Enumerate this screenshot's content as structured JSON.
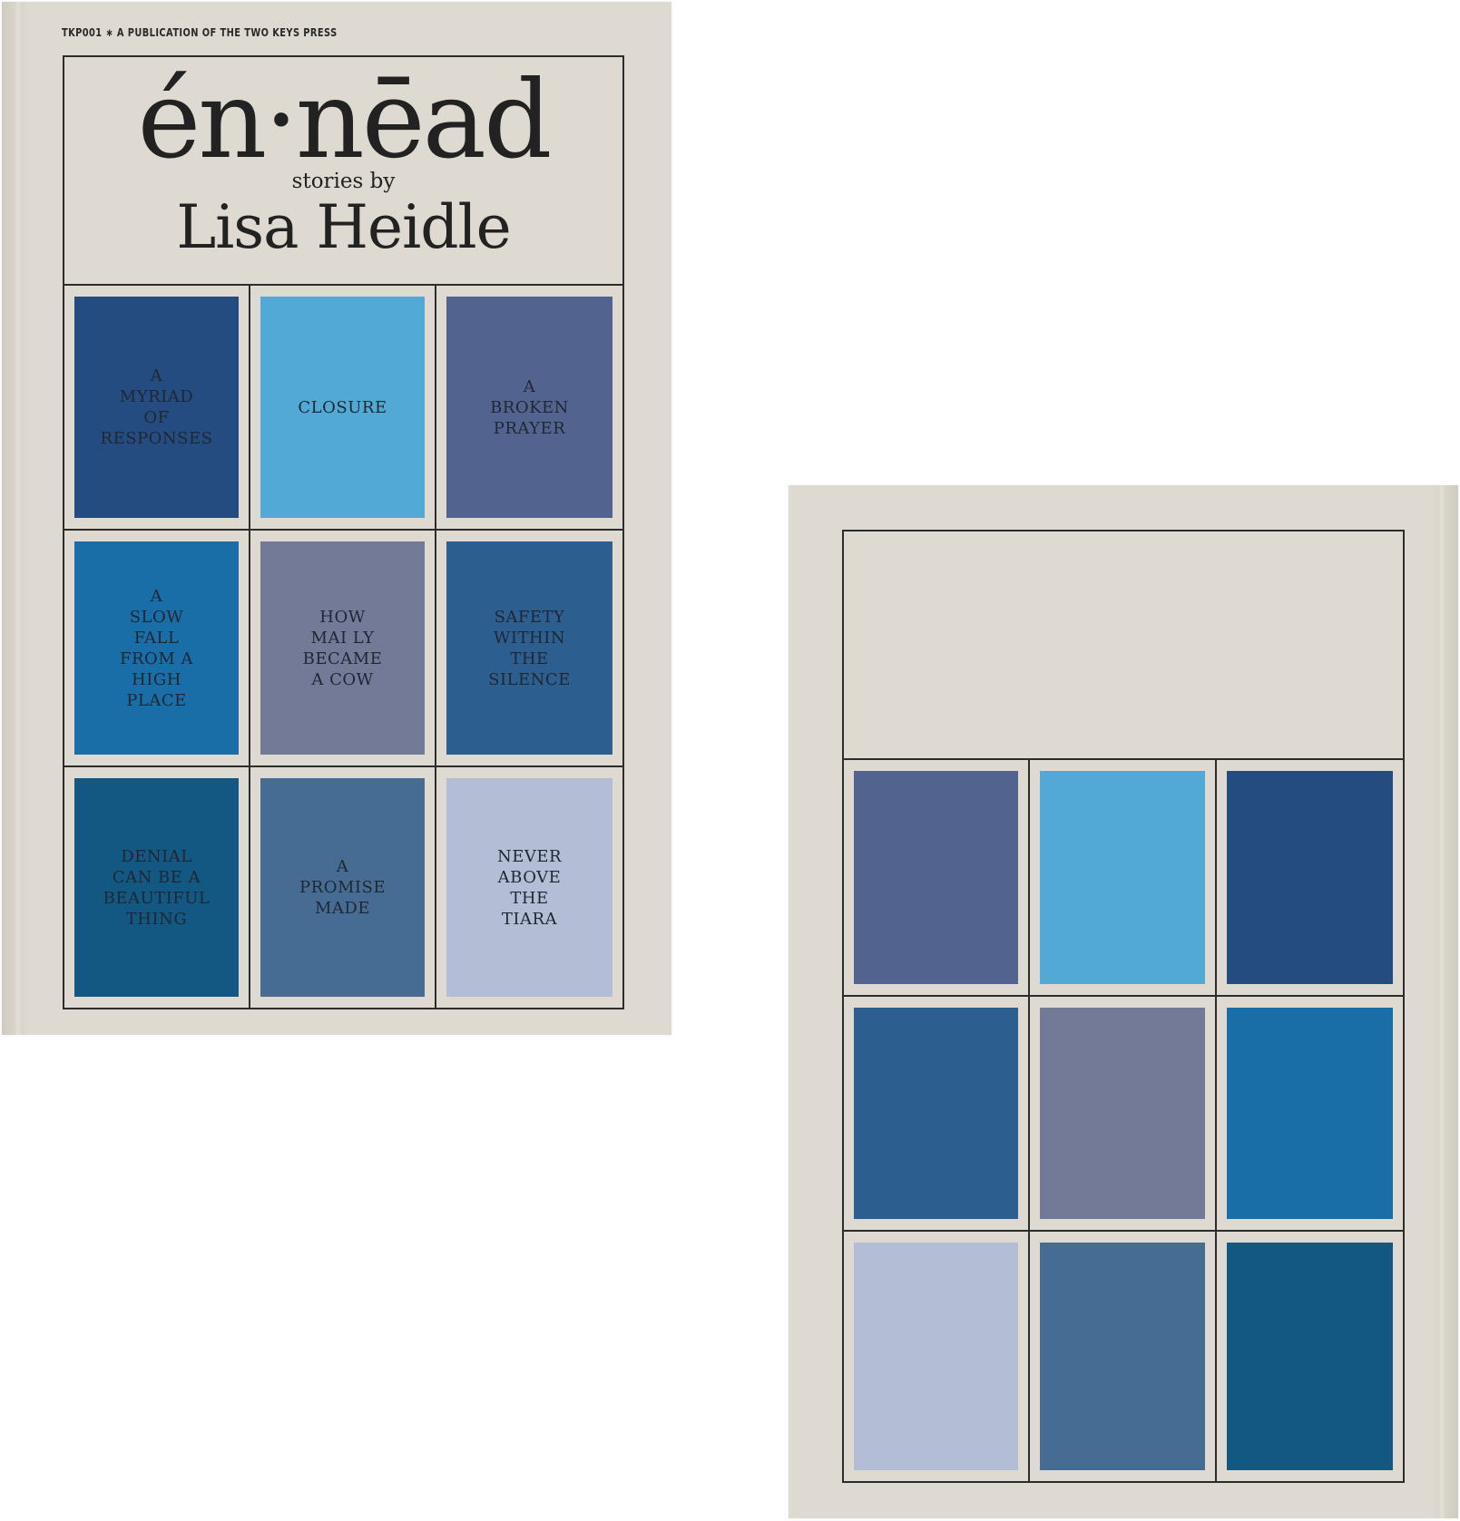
{
  "front": {
    "publisher_line": "TKP001 ∗ A PUBLICATION OF THE TWO KEYS PRESS",
    "title": "én·nēad",
    "byline": "stories by",
    "author": "Lisa Heidle",
    "tiles": [
      {
        "label": "A\nMYRIAD\nOF\nRESPONSES",
        "color": "#244c80"
      },
      {
        "label": "CLOSURE",
        "color": "#52a9d6"
      },
      {
        "label": "A\nBROKEN\nPRAYER",
        "color": "#526390"
      },
      {
        "label": "A\nSLOW\nFALL\nFROM A\nHIGH\nPLACE",
        "color": "#1a6ea8"
      },
      {
        "label": "HOW\nMAI LY\nBECAME\nA COW",
        "color": "#727a98"
      },
      {
        "label": "SAFETY\nWITHIN\nTHE\nSILENCE",
        "color": "#2c5e8f"
      },
      {
        "label": "DENIAL\nCAN BE A\nBEAUTIFUL\nTHING",
        "color": "#135883"
      },
      {
        "label": "A\nPROMISE\nMADE",
        "color": "#466c94"
      },
      {
        "label": "NEVER\nABOVE\nTHE\nTIARA",
        "color": "#b3bdd5"
      }
    ]
  },
  "back": {
    "tiles": [
      {
        "color": "#526390"
      },
      {
        "color": "#52a9d6"
      },
      {
        "color": "#244c80"
      },
      {
        "color": "#2c5e8f"
      },
      {
        "color": "#727a98"
      },
      {
        "color": "#1a6ea8"
      },
      {
        "color": "#b3bdd5"
      },
      {
        "color": "#466c94"
      },
      {
        "color": "#135883"
      }
    ]
  }
}
